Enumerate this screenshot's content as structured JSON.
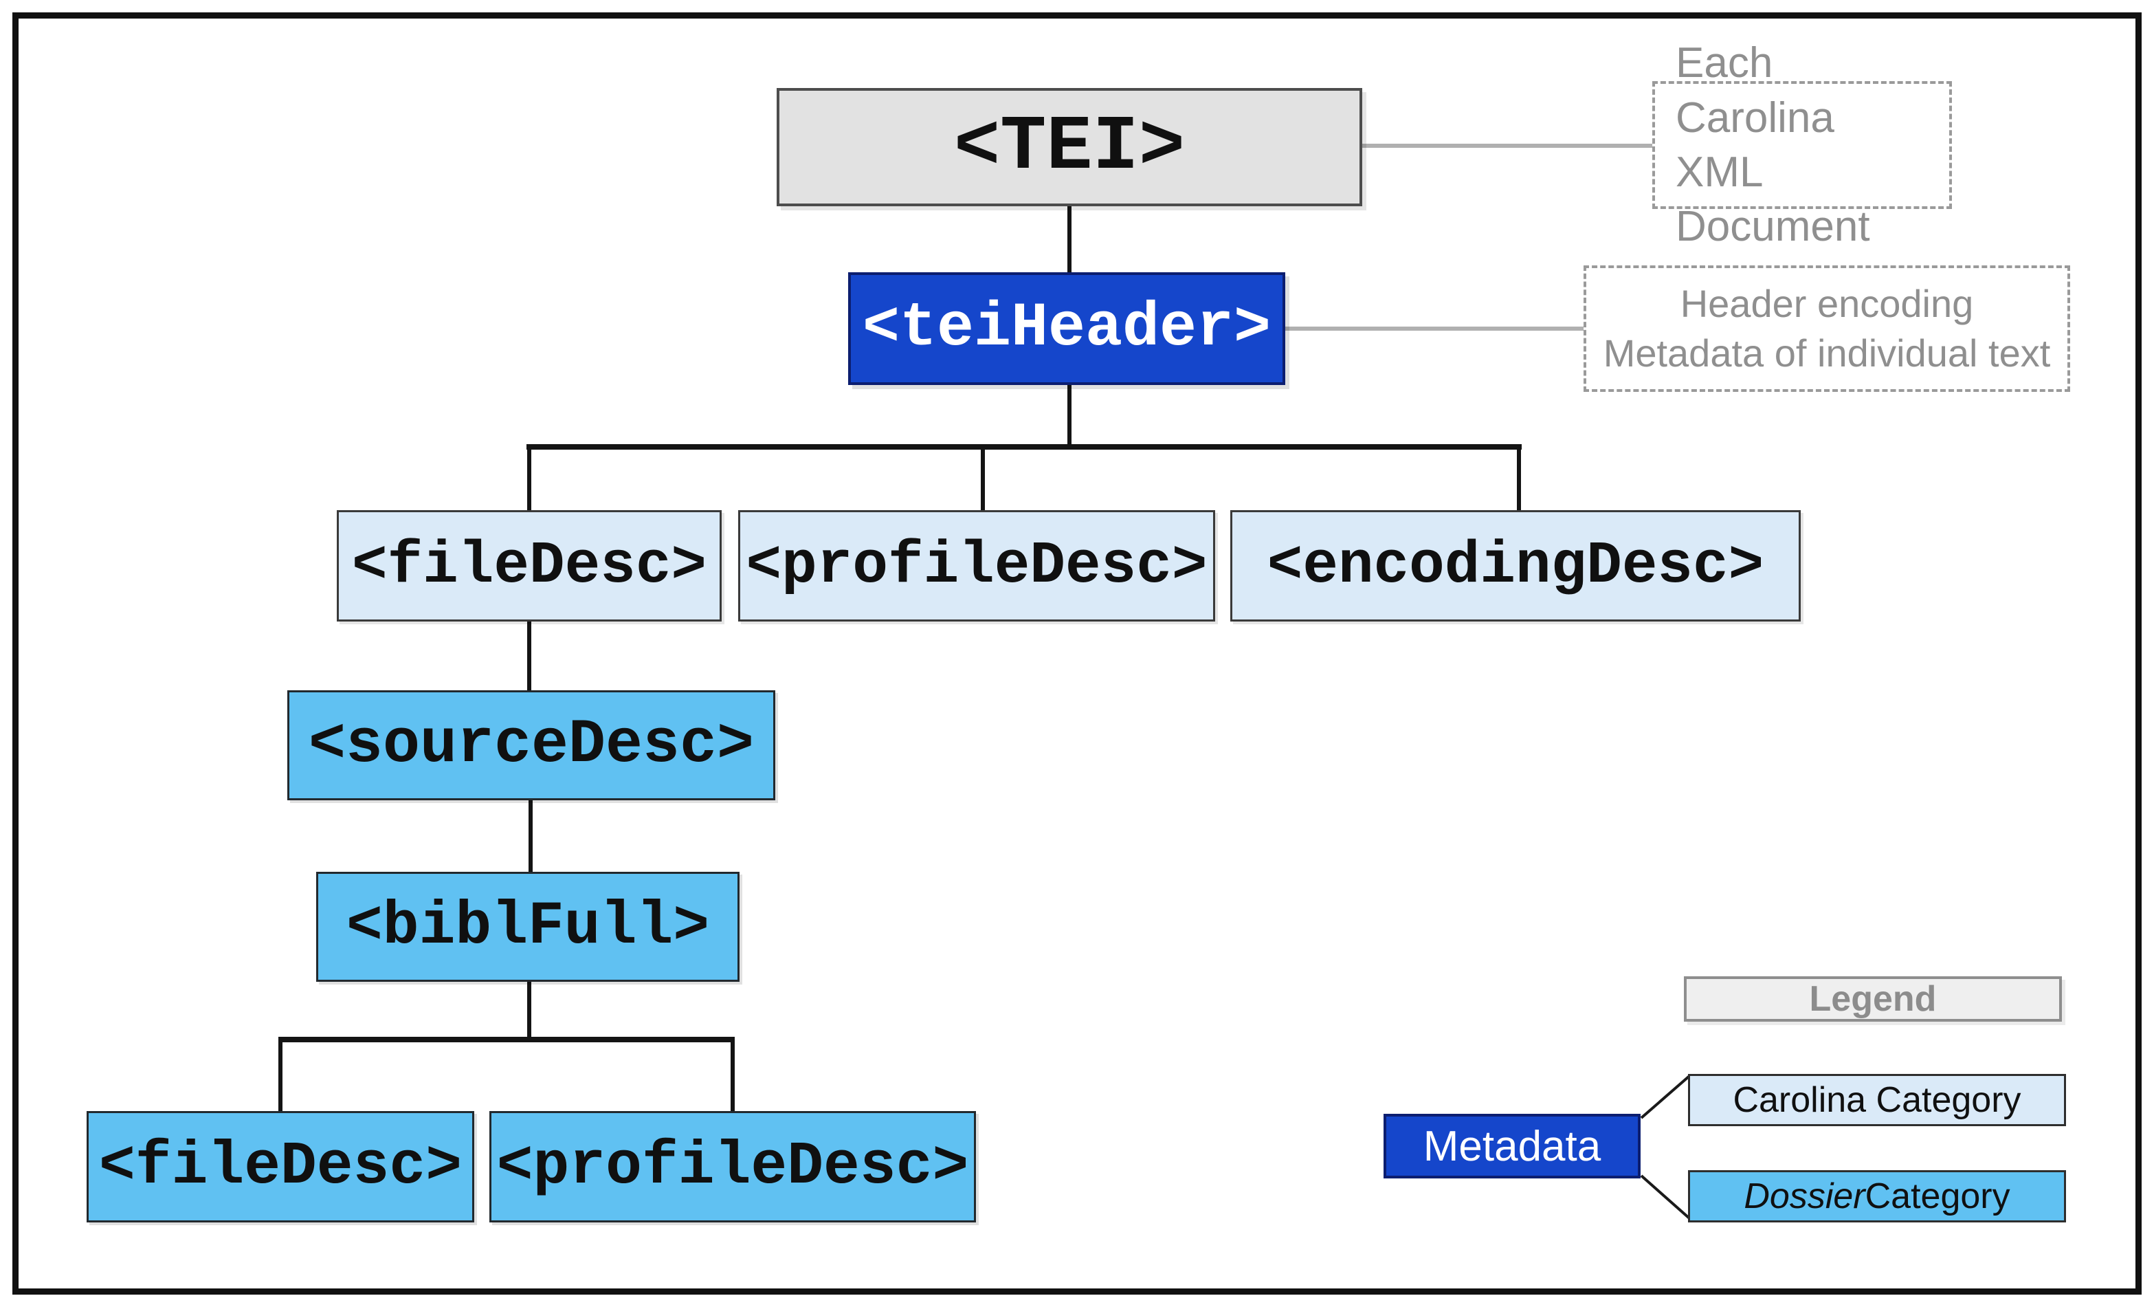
{
  "diagram": {
    "nodes": {
      "tei": "<TEI>",
      "tei_header": "<teiHeader>",
      "file_desc": "<fileDesc>",
      "profile_desc": "<profileDesc>",
      "encoding_desc": "<encodingDesc>",
      "source_desc": "<sourceDesc>",
      "bibl_full": "<biblFull>",
      "file_desc_2": "<fileDesc>",
      "profile_desc_2": "<profileDesc>"
    },
    "tei_note": {
      "line1": "Each Carolina",
      "line2": "XML Document"
    },
    "header_note": {
      "line1": "Header encoding",
      "line2": "Metadata of individual text"
    }
  },
  "legend": {
    "title": "Legend",
    "metadata": "Metadata",
    "carolina": "Carolina Category",
    "dossier_italic": "Dossier",
    "dossier_rest": " Category"
  },
  "colors": {
    "metadata_blue": "#1546cb",
    "carolina_light_blue": "#daeaf8",
    "dossier_mid_blue": "#60c1f2",
    "tei_gray": "#e2e2e2",
    "note_text_gray": "#8f8f8f",
    "connector_black": "#141414",
    "connector_gray": "#b0b0b0"
  }
}
